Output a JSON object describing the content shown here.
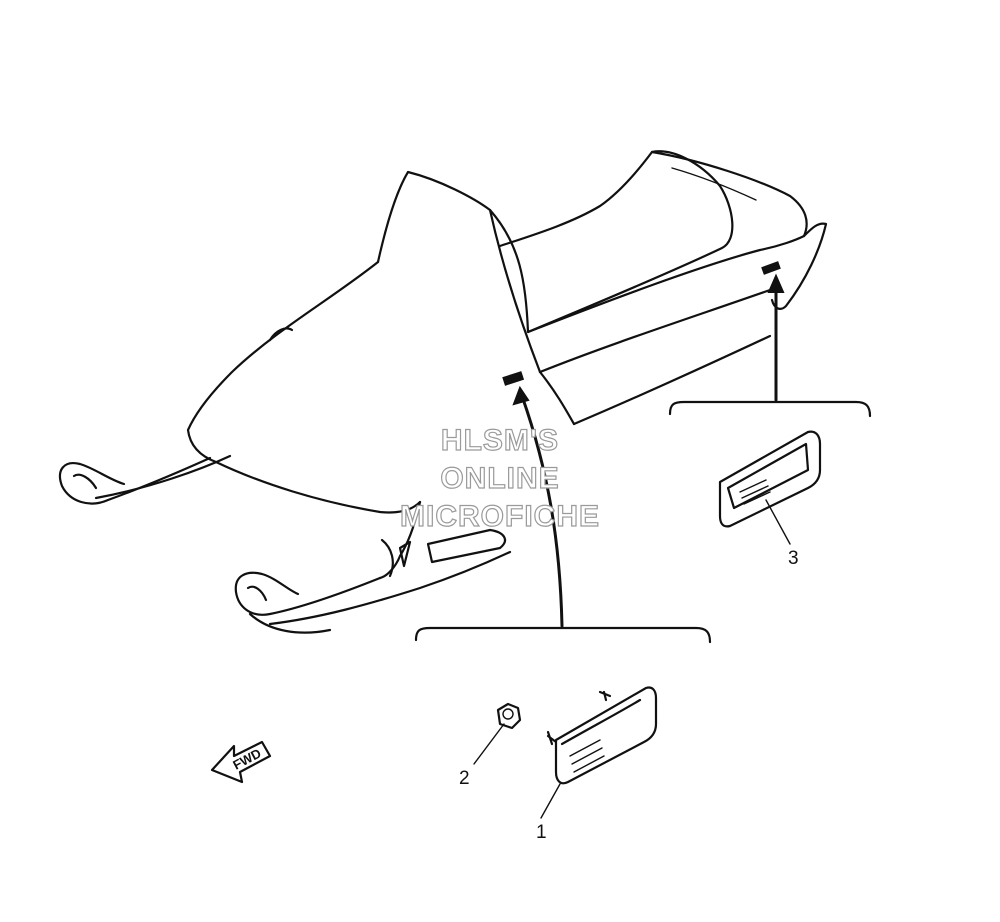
{
  "diagram": {
    "callouts": [
      {
        "id": "1",
        "label": "1"
      },
      {
        "id": "2",
        "label": "2"
      },
      {
        "id": "3",
        "label": "3"
      }
    ],
    "direction_arrow": {
      "label": "FWD",
      "icon": "fwd-arrow-icon"
    },
    "watermark": {
      "line1": "HLSM'S",
      "line2": "ONLINE",
      "line3": "MICROFICHE"
    },
    "colors": {
      "ink": "#111111",
      "background": "#ffffff",
      "watermark_outline": "#9a9a9a"
    }
  }
}
